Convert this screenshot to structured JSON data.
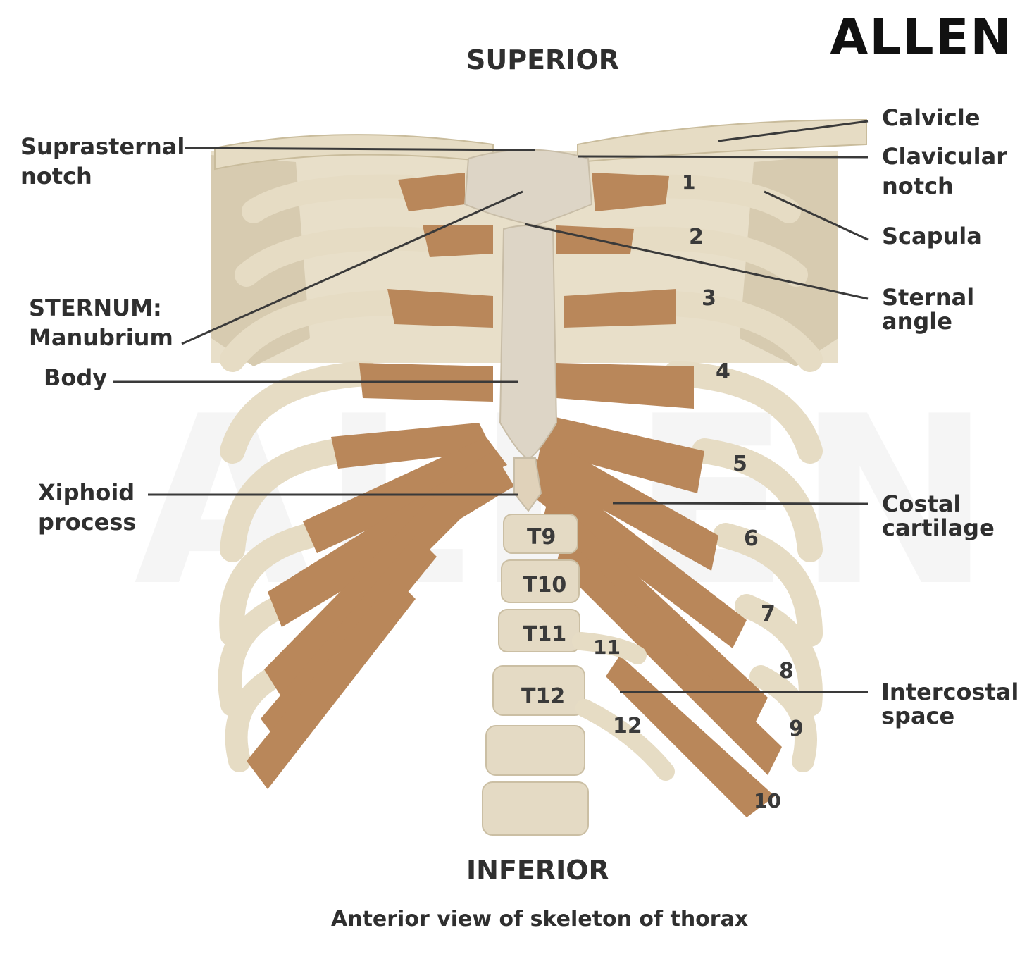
{
  "brand": "ALLEN",
  "watermark": "ALLEN",
  "orientation": {
    "top": "SUPERIOR",
    "bottom": "INFERIOR"
  },
  "caption": "Anterior view of skeleton of thorax",
  "labels": {
    "suprasternal": [
      "Suprasternal",
      "notch"
    ],
    "sternum": [
      "STERNUM:",
      "Manubrium"
    ],
    "body": "Body",
    "xiphoid": [
      "Xiphoid",
      "process"
    ],
    "clavicle": "Calvicle",
    "clavicular": [
      "Clavicular",
      "notch"
    ],
    "scapula": "Scapula",
    "sternal_angle": [
      "Sternal",
      "angle"
    ],
    "costal": [
      "Costal",
      "cartilage"
    ],
    "intercostal": [
      "Intercostal",
      "space"
    ]
  },
  "rib_numbers": [
    "1",
    "2",
    "3",
    "4",
    "5",
    "6",
    "7",
    "8",
    "9",
    "10",
    "11",
    "12"
  ],
  "vertebrae": [
    "T9",
    "T10",
    "T11",
    "T12"
  ],
  "colors": {
    "bone": "#e6dcc4",
    "bone_shadow": "#c9bc9c",
    "cartilage": "#b9875a",
    "leader": "#3a3a3a"
  }
}
